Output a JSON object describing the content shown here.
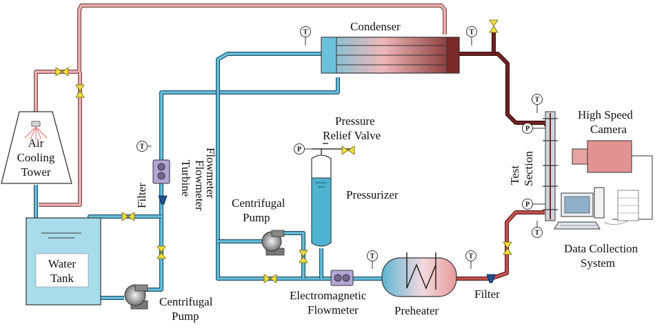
{
  "labels": {
    "condenser": "Condenser",
    "air_cooling_tower": [
      "Air",
      "Cooling",
      "Tower"
    ],
    "water_tank": [
      "Water",
      "Tank"
    ],
    "filter_left": "Filter",
    "turbine_flowmeter": [
      "Turbine",
      "Flowmeter"
    ],
    "flowmeter_vertical": "Flowmeter",
    "pressure_relief_valve": [
      "Pressure",
      "Relief Valve"
    ],
    "pressurizer": "Pressurizer",
    "centrifugal_pump_upper": [
      "Centrifugal",
      "Pump"
    ],
    "centrifugal_pump_lower": [
      "Centrifugal",
      "Pump"
    ],
    "electromagnetic_flowmeter": [
      "Electromagnetic",
      "Flowmeter"
    ],
    "preheater": "Preheater",
    "filter_right": "Filter",
    "test_section": [
      "Test",
      "Section"
    ],
    "high_speed_camera": [
      "High Speed",
      "Camera"
    ],
    "data_collection_system": [
      "Data Collection",
      "System"
    ]
  },
  "symbols": {
    "temperature": "T",
    "pressure": "P"
  },
  "colors": {
    "pipe_cold": "#69c1db",
    "pipe_hot": "#c7524e",
    "pipe_warm": "#f0b3b3",
    "valve": "#f2df3c",
    "flowmeter": "#b3a6d6"
  }
}
